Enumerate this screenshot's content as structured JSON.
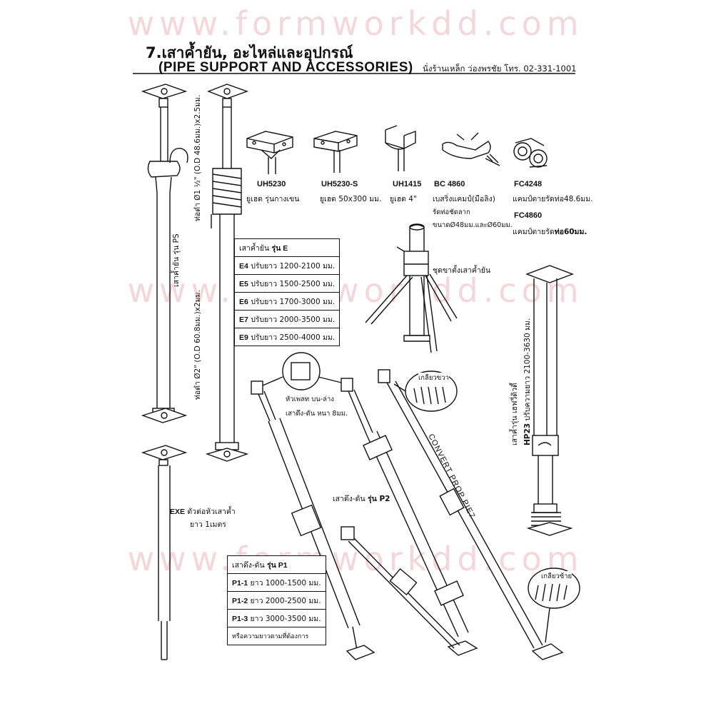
{
  "watermark": "www.formworkdd.com",
  "header": {
    "title_th": "7.เสาค้ำยัน, อะไหล่และอุปกรณ์",
    "title_en": "(PIPE SUPPORT AND ACCESSORIES)",
    "shop": "นั่งร้านเหล็ก ว่องพรชัย โทร. 02-331-1001"
  },
  "ps": {
    "model_label": "เสาค้ำยัน รุ่น PS",
    "pipe_upper": "ท่อดำ Ø1 ½\" (O.D 48.6มม.)x2.5มม.",
    "pipe_lower": "ท่อดำ Ø2\" (O.D 60.8มม.)x2มม."
  },
  "products": [
    {
      "code": "UH5230",
      "desc": "ยูเฮด รุ่นกางเขน"
    },
    {
      "code": "UH5230-S",
      "desc": "ยูเฮด 50x300 มม."
    },
    {
      "code": "UH1415",
      "desc": "ยูเฮด 4\""
    },
    {
      "code": "BC 4860",
      "desc": "เบสริ่งแคมป์(มือลิง)",
      "desc2": "รัดท่อชัดลาก",
      "desc3": "ขนาดØ48มม.และØ60มม."
    },
    {
      "code": "FC4248",
      "desc": "แคมป์ตายรัดท่อ48.6มม."
    },
    {
      "code": "FC4860",
      "desc": "แคมป์ตายรัด",
      "desc_bold": "ท่อ60มม."
    }
  ],
  "table_e": {
    "title": "เสาค้ำยัน",
    "title_bold": "รุ่น E",
    "rows": [
      {
        "code": "E4",
        "text": "ปรับยาว 1200-2100 มม."
      },
      {
        "code": "E5",
        "text": "ปรับยาว 1500-2500 มม."
      },
      {
        "code": "E6",
        "text": "ปรับยาว 1700-3000 มม."
      },
      {
        "code": "E7",
        "text": "ปรับยาว 2000-3500 มม."
      },
      {
        "code": "E9",
        "text": "ปรับยาว 2500-4000 มม."
      }
    ]
  },
  "tripod_label": "ชุดขาตั้งเสาค้ำยัน",
  "hp23": {
    "line1": "เสาค้ำรุ่น เฮฟวี่ดิวตี้",
    "line2_bold": "HP23",
    "line2": "ปรับความยาว 2100-3630 มม."
  },
  "plate_note": {
    "line1": "หัวเพลท บน-ล่าง",
    "line2": "เสาดึง-ดัน หนา 8มม."
  },
  "thread_right": "เกลียวขวา",
  "thread_left": "เกลียวซ้าย",
  "convert_prop": "CONVERT PROP PIE7",
  "p2_label": {
    "text": "เสาดึง-ดัน",
    "bold": "รุ่น P2"
  },
  "exe": {
    "code": "EXE",
    "line1": "ตัวต่อหัวเสาค้ำ",
    "line2": "ยาว 1เมตร"
  },
  "table_p1": {
    "title": "เสาดึง-ดัน",
    "title_bold": "รุ่น P1",
    "rows": [
      {
        "code": "P1-1",
        "text": "ยาว 1000-1500 มม."
      },
      {
        "code": "P1-2",
        "text": "ยาว 2000-2500 มม."
      },
      {
        "code": "P1-3",
        "text": "ยาว 3000-3500 มม."
      }
    ],
    "note": "หรือความยาวตามที่ต้องการ"
  }
}
